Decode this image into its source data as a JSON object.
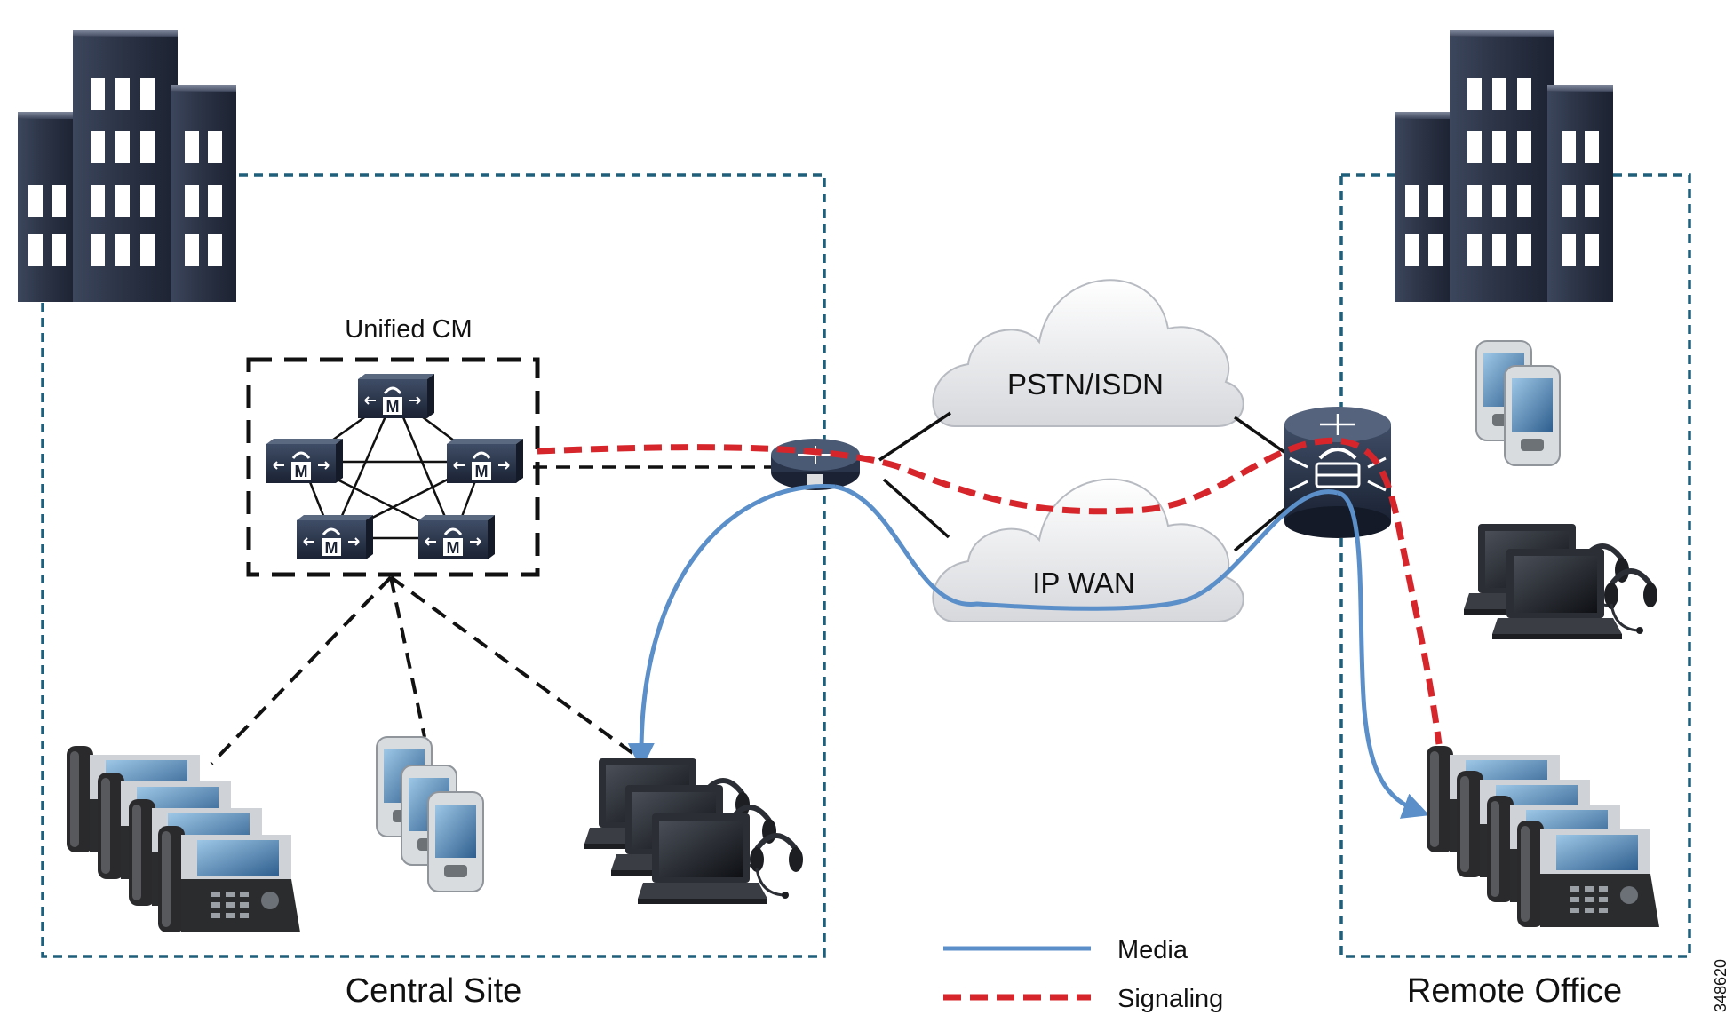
{
  "diagram": {
    "cluster_label": "Unified CM",
    "clouds": {
      "pstn": "PSTN/ISDN",
      "wan": "IP WAN"
    },
    "sites": {
      "central": "Central Site",
      "remote": "Remote Office"
    },
    "legend": {
      "media": "Media",
      "signaling": "Signaling"
    },
    "figure_id": "348620",
    "server_glyph": "M",
    "icons": [
      "building-icon",
      "call-manager-server-icon",
      "router-icon",
      "voice-gateway-router-icon",
      "ip-phone-icon",
      "mobile-device-icon",
      "laptop-headset-icon",
      "cloud-icon"
    ]
  },
  "colors": {
    "site_border": "#1f5f7a",
    "media": "#5b8fc9",
    "signaling": "#d7262b",
    "link": "#111111",
    "device_dark": "#1f2b3e",
    "building": "#2b3446"
  }
}
